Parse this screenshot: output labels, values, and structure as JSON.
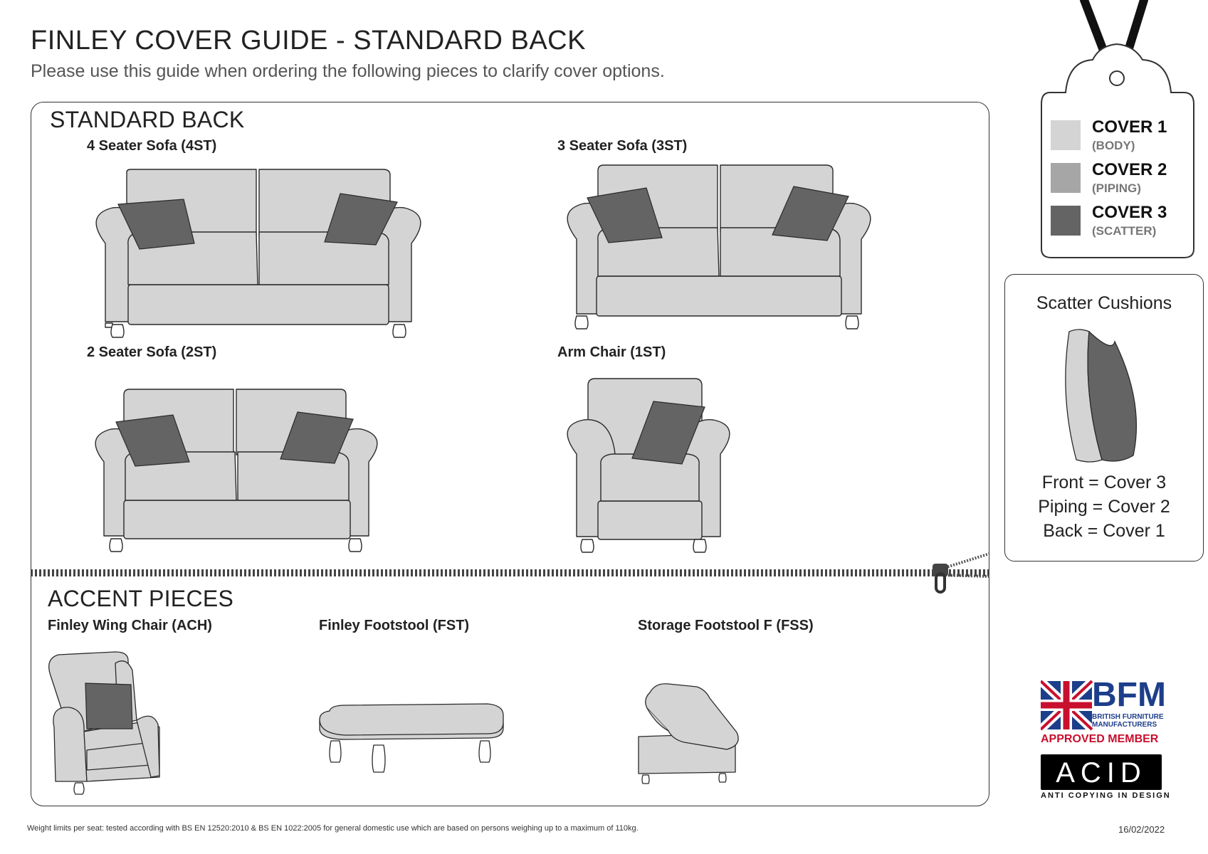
{
  "header": {
    "title": "FINLEY COVER GUIDE - STANDARD BACK",
    "subtitle": "Please use this guide when ordering the following pieces to clarify cover options."
  },
  "colors": {
    "cover1": "#d4d4d4",
    "cover2": "#a6a6a6",
    "cover3": "#646464",
    "outline": "#2a2a2a",
    "bfm_blue": "#1d3e8a",
    "bfm_red": "#c8102e"
  },
  "standard_back": {
    "heading": "STANDARD BACK",
    "pieces": [
      {
        "label": "4 Seater Sofa (4ST)"
      },
      {
        "label": "3 Seater Sofa (3ST)"
      },
      {
        "label": "2 Seater Sofa (2ST)"
      },
      {
        "label": "Arm Chair (1ST)"
      }
    ]
  },
  "accent_pieces": {
    "heading": "ACCENT PIECES",
    "pieces": [
      {
        "label": "Finley Wing Chair (ACH)"
      },
      {
        "label": "Finley Footstool (FST)"
      },
      {
        "label": "Storage Footstool F (FSS)"
      }
    ]
  },
  "legend": [
    {
      "title": "COVER 1",
      "sub": "(BODY)"
    },
    {
      "title": "COVER 2",
      "sub": "(PIPING)"
    },
    {
      "title": "COVER 3",
      "sub": "(SCATTER)"
    }
  ],
  "scatter_cushions": {
    "title": "Scatter Cushions",
    "lines": [
      "Front = Cover 3",
      "Piping = Cover 2",
      "Back = Cover 1"
    ]
  },
  "logos": {
    "bfm_name": "BFM",
    "bfm_line1": "BRITISH FURNITURE",
    "bfm_line2": "MANUFACTURERS",
    "bfm_approved": "APPROVED MEMBER",
    "acid_name": "ACID",
    "acid_tagline": "ANTI COPYING IN DESIGN"
  },
  "footer": {
    "note": "Weight limits per seat: tested according with BS EN 12520:2010 & BS EN 1022:2005 for general domestic use which are based on persons weighing up to a maximum of 110kg.",
    "date": "16/02/2022"
  }
}
